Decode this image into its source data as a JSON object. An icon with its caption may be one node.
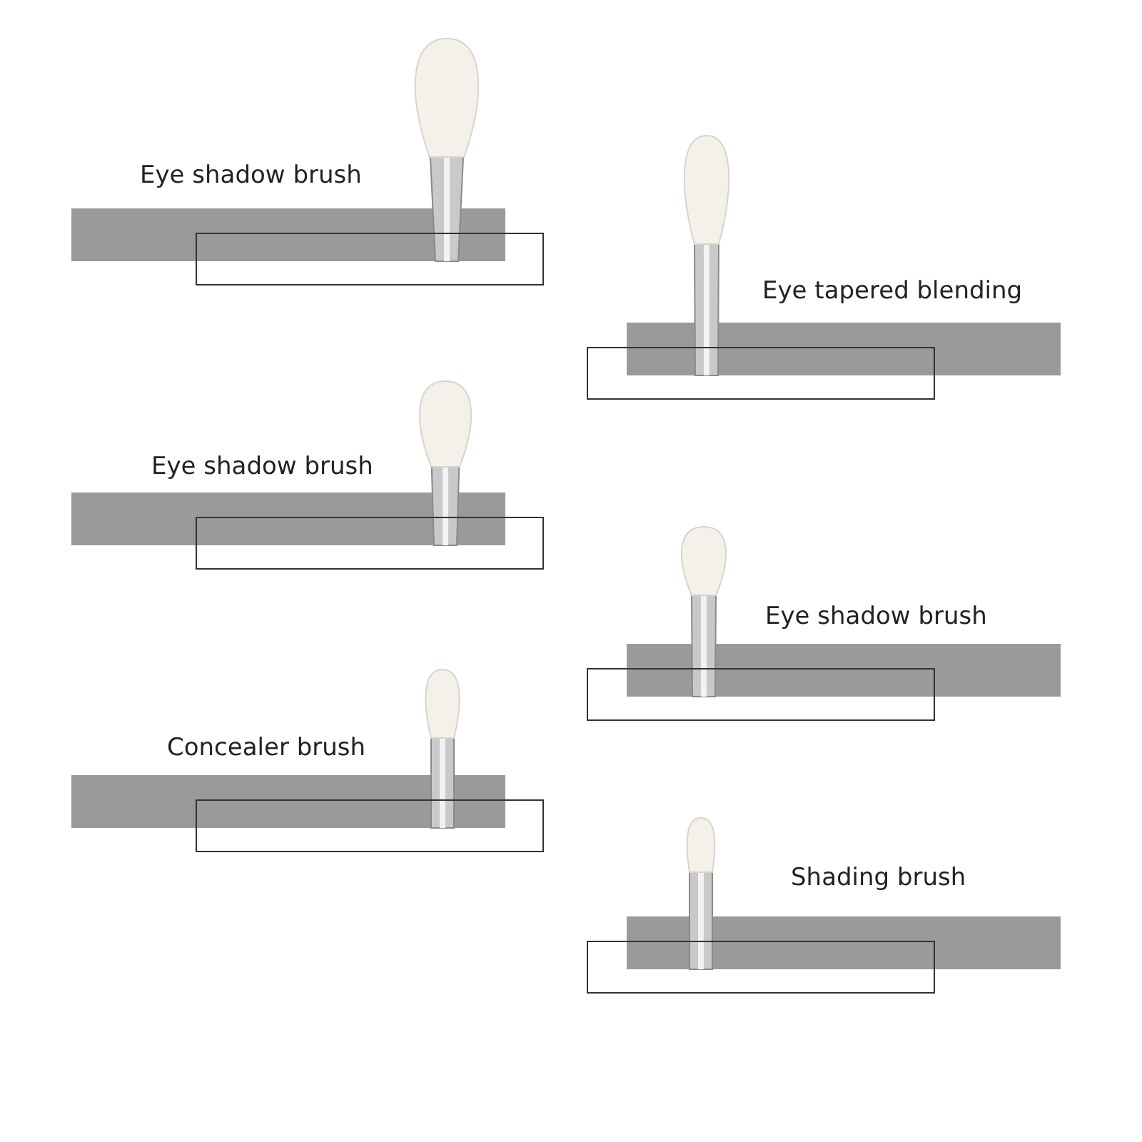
{
  "diagram": {
    "labels": [
      "Eye shadow brush",
      "Eye tapered blending",
      "Eye shadow brush",
      "Eye shadow brush",
      "Concealer brush",
      "Shading brush"
    ]
  }
}
